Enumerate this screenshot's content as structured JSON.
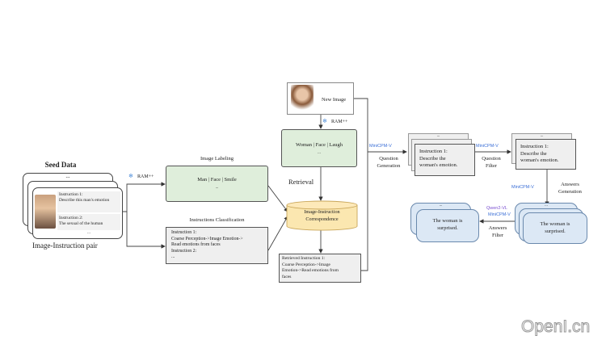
{
  "seed": {
    "title": "Seed Data",
    "dots": "...",
    "instr1": "Instruction 1:\nDescribe this man's emotion",
    "instr2": "Instruction 2:\nThe sexual of the human",
    "more": "...",
    "caption": "Image-Instruction pair"
  },
  "ram_left": "RAM++",
  "labeling": {
    "title": "Image Labeling",
    "tags": "Man | Face | Smile",
    "more": "..."
  },
  "classification": {
    "title": "Instructions Classification",
    "text": "Instruction 1:\nCoarse Perception->Image Emotion->\nRead emotions from faces\nInstruction 2:\n..."
  },
  "new_image": {
    "label": "New Image"
  },
  "ram_mid": "RAM++",
  "new_labels": {
    "tags": "Woman | Face | Laugh",
    "more": "..."
  },
  "retrieval": "Retrieval",
  "db": "Image-Instruction\nCorrespondence",
  "retrieved": "Retrieved Instruction 1:\nCoarse Perception->Image\nEmotion->Read emotions from\nfaces",
  "qgen": {
    "model": "MiniCPM-V",
    "label": "Question\nGeneration"
  },
  "q_box": {
    "dots": "...",
    "text": "Instruction 1:\nDescribe the\nwoman's emotion."
  },
  "qfilter": {
    "model": "MiniCPM-V",
    "label": "Question\nFilter"
  },
  "q_box2": {
    "dots": "...",
    "text": "Instruction 1:\nDescribe the\nwoman's emotion."
  },
  "agen": {
    "model": "MiniCPM-V",
    "label": "Answers\nGeneration"
  },
  "a_box": {
    "dots": "...",
    "text": "The woman is\nsurprised."
  },
  "afilter": {
    "model1": "Qwen2-VL",
    "model2": "MiniCPM-V",
    "label": "Answers\nFilter"
  },
  "a_box2": {
    "dots": "...",
    "text": "The woman is\nsurprised."
  },
  "watermark": "OpenI.cn",
  "colors": {
    "green": "#dfeedb",
    "yellow": "#fbe7b0",
    "blue": "#dce8f5",
    "model": "#3b6fd6"
  }
}
